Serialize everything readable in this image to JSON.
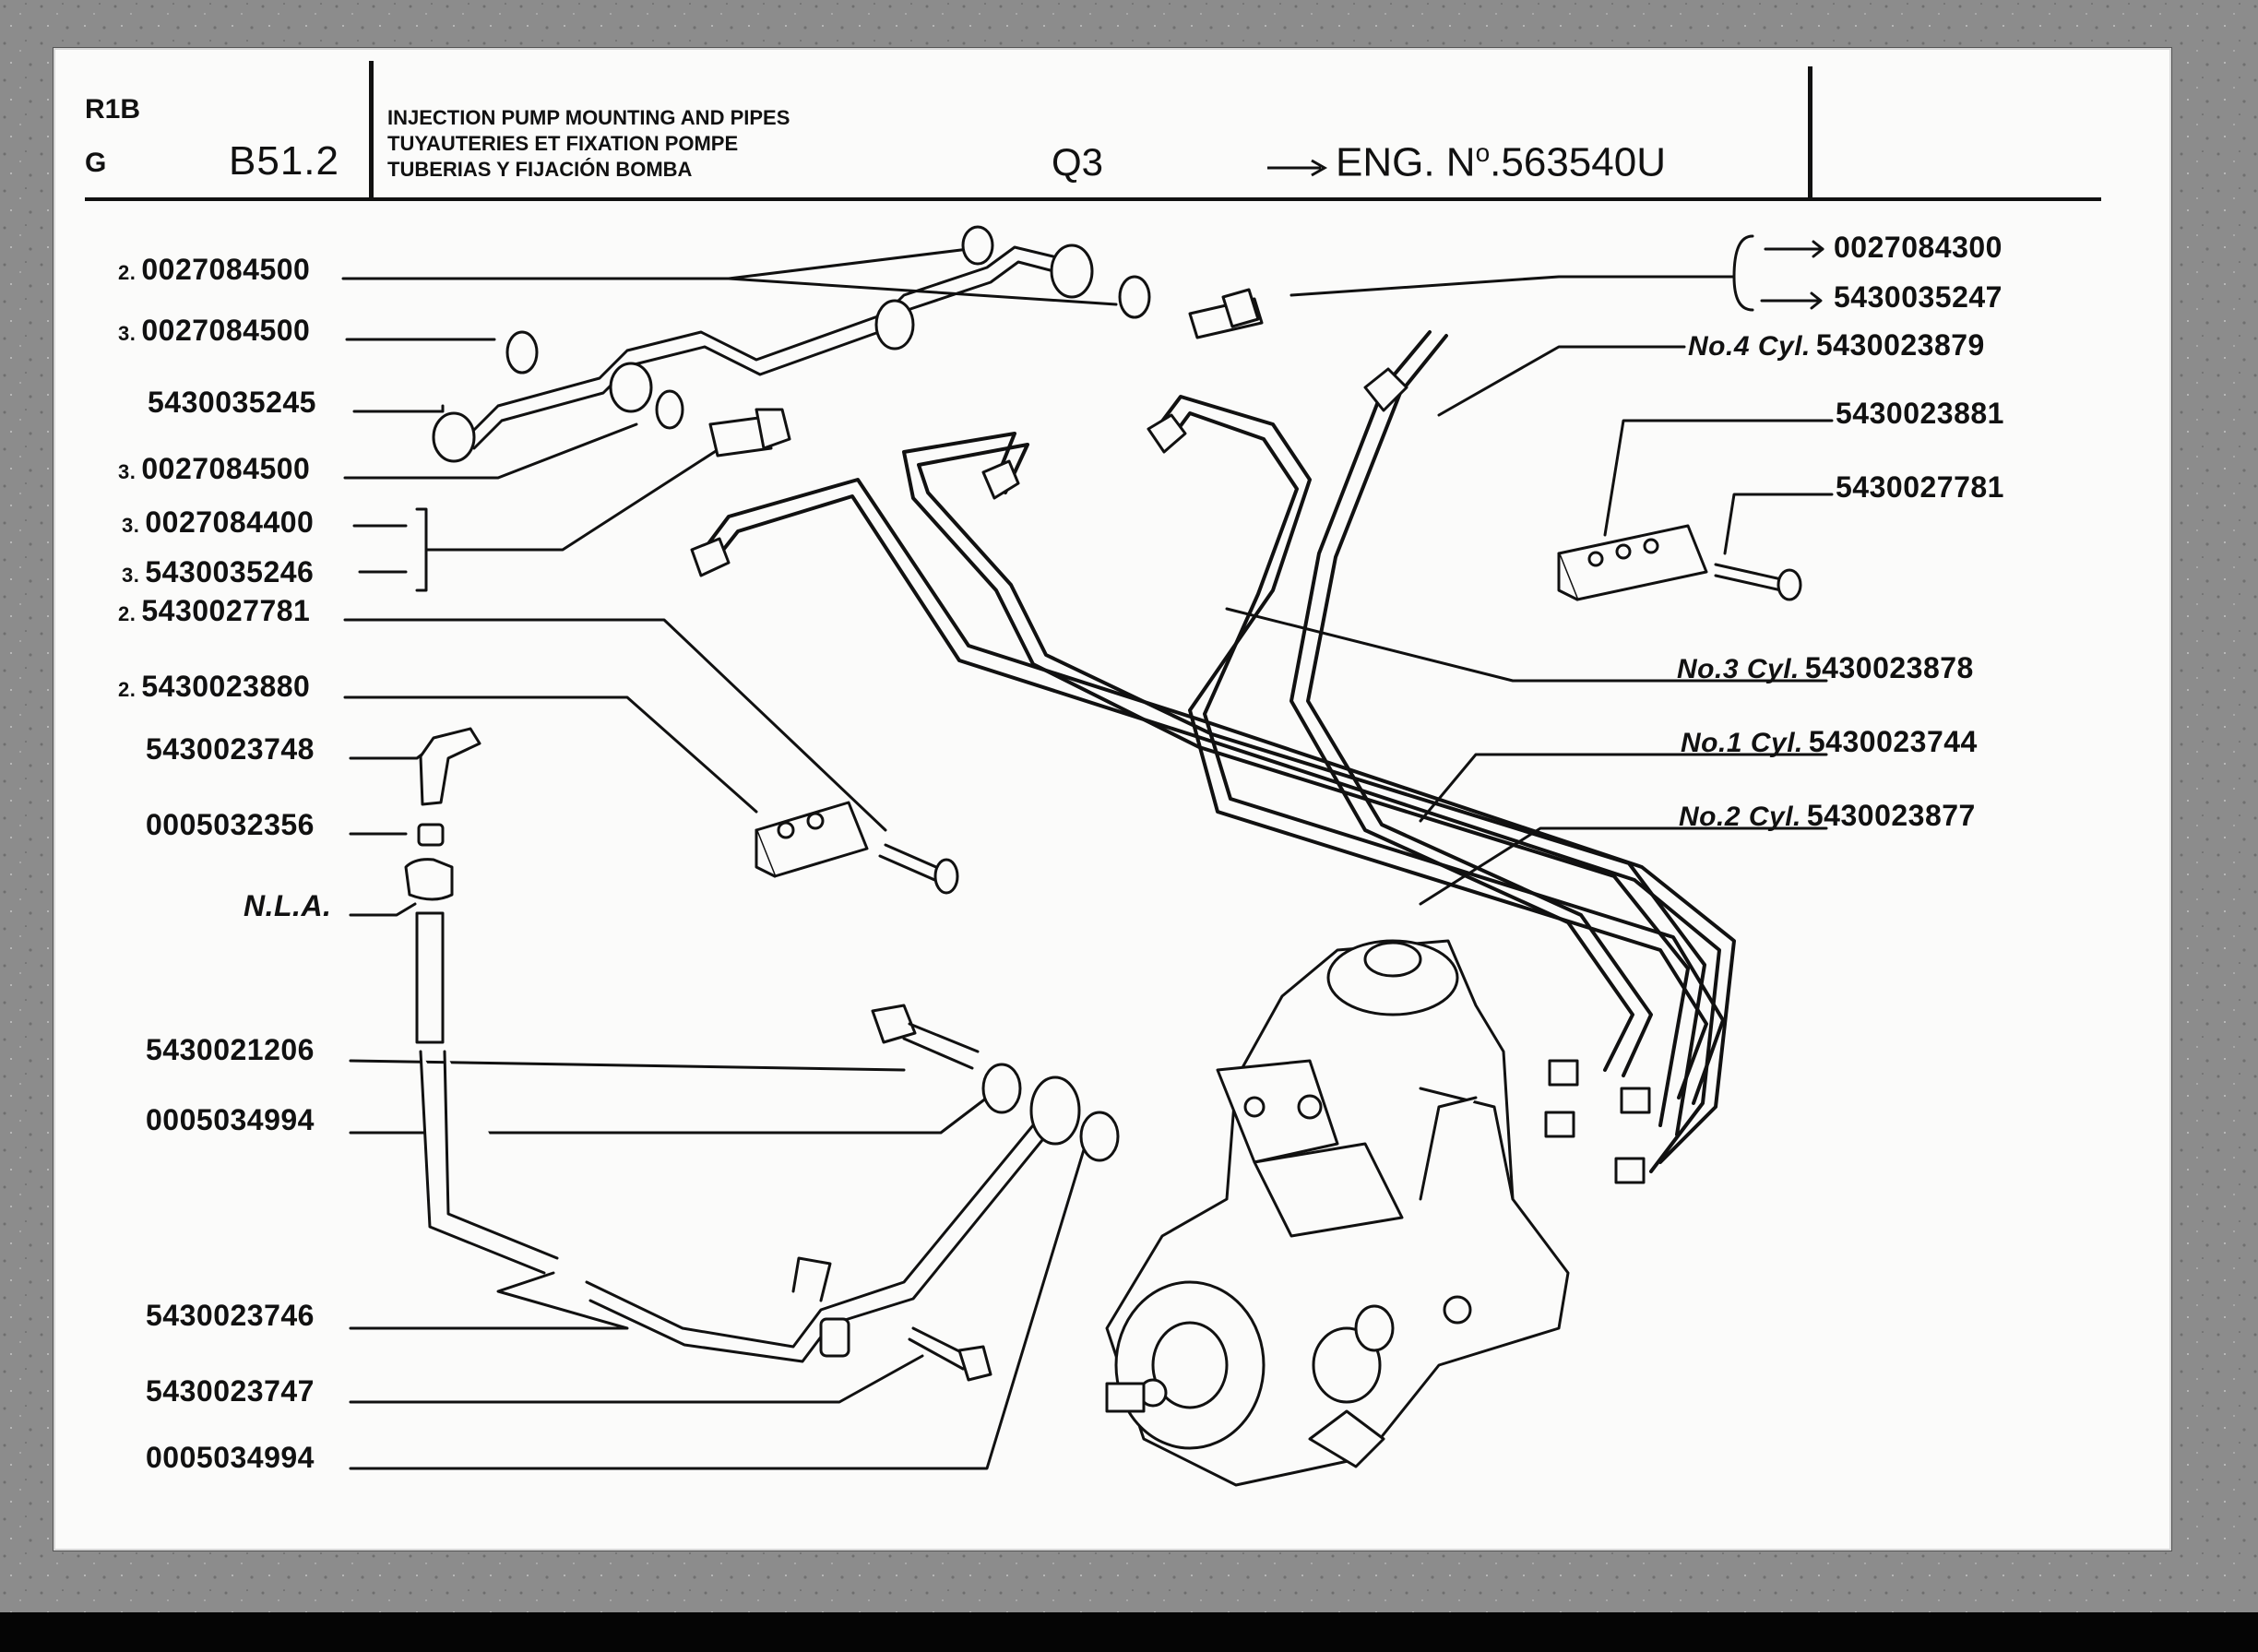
{
  "header": {
    "code_row1": "R1B",
    "code_row2": "G",
    "section": "B51.2",
    "title_lines": [
      "INJECTION PUMP MOUNTING AND PIPES",
      "TUYAUTERIES ET FIXATION POMPE",
      "TUBERIAS Y FIJACIÓN BOMBA"
    ],
    "variant": "Q3",
    "engine_prefix": "ENG. N",
    "engine_suffix": "o",
    "engine_number": ".563540U"
  },
  "parts_left": [
    {
      "qty": "2.",
      "part": "0027084500"
    },
    {
      "qty": "3.",
      "part": "0027084500"
    },
    {
      "qty": "",
      "part": "5430035245"
    },
    {
      "qty": "3.",
      "part": "0027084500"
    },
    {
      "qty": "3.",
      "part": "0027084400"
    },
    {
      "qty": "3.",
      "part": "5430035246"
    },
    {
      "qty": "2.",
      "part": "5430027781"
    },
    {
      "qty": "2.",
      "part": "5430023880"
    },
    {
      "qty": "",
      "part": "5430023748"
    },
    {
      "qty": "",
      "part": "0005032356"
    },
    {
      "qty": "",
      "part": "N.L.A."
    },
    {
      "qty": "",
      "part": "5430021206"
    },
    {
      "qty": "",
      "part": "0005034994"
    },
    {
      "qty": "",
      "part": "5430023746"
    },
    {
      "qty": "",
      "part": "5430023747"
    },
    {
      "qty": "",
      "part": "0005034994"
    }
  ],
  "parts_right": [
    {
      "cyl": "",
      "part": "0027084300"
    },
    {
      "cyl": "",
      "part": "5430035247"
    },
    {
      "cyl": "No.4 Cyl.",
      "part": "5430023879"
    },
    {
      "cyl": "",
      "part": "5430023881"
    },
    {
      "cyl": "",
      "part": "5430027781"
    },
    {
      "cyl": "No.3 Cyl.",
      "part": "5430023878"
    },
    {
      "cyl": "No.1 Cyl.",
      "part": "5430023744"
    },
    {
      "cyl": "No.2 Cyl.",
      "part": "5430023877"
    }
  ],
  "colors": {
    "ink": "#111111",
    "paper": "#fbfbfa",
    "background": "#8a8a8a"
  }
}
